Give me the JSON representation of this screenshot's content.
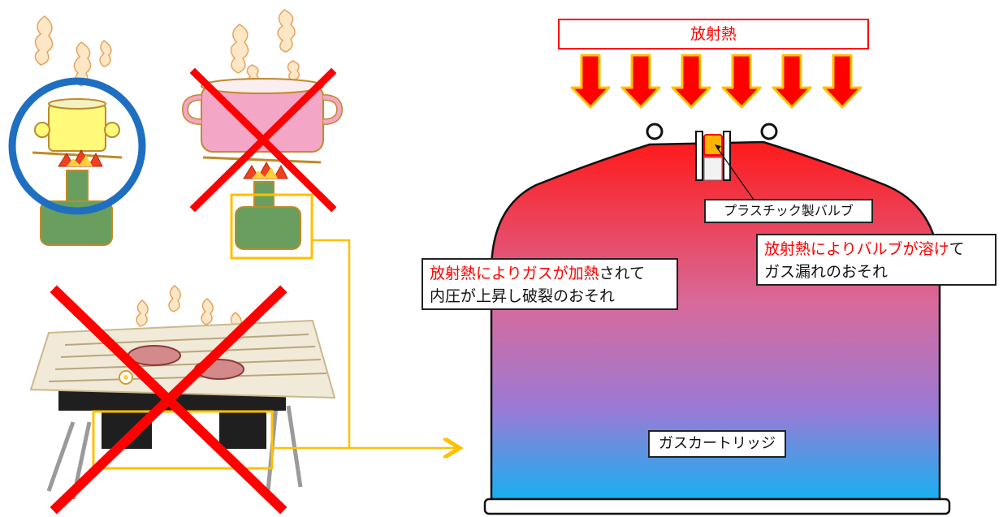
{
  "radiant_heat": {
    "label": "放射熱"
  },
  "valve": {
    "label": "プラスチック製バルブ"
  },
  "cartridge": {
    "label": "ガスカートリッジ"
  },
  "annotation_left": {
    "line1_red": "放射熱によりガスが加熱",
    "line1_black": "されて",
    "line2": "内圧が上昇し破裂のおそれ"
  },
  "annotation_right": {
    "line1_red": "放射熱によりバルブが溶け",
    "line1_black": "て",
    "line2": "ガス漏れのおそれ"
  },
  "colors": {
    "heat_arrow": "#ff0000",
    "heat_arrow_outline": "#ffc000",
    "cartridge_top": "#ff1a1a",
    "cartridge_bottom": "#17b0f0",
    "prohibition_cross": "#ff0000",
    "ok_circle": "#1f6fc0",
    "highlight_box": "#ffc000"
  },
  "icons": {
    "ok_scene": "small-pot-on-stove-ok-icon",
    "ng_scene_large_pot": "large-pot-on-stove-ng-icon",
    "ng_scene_grill": "grill-over-two-stoves-ng-icon"
  }
}
